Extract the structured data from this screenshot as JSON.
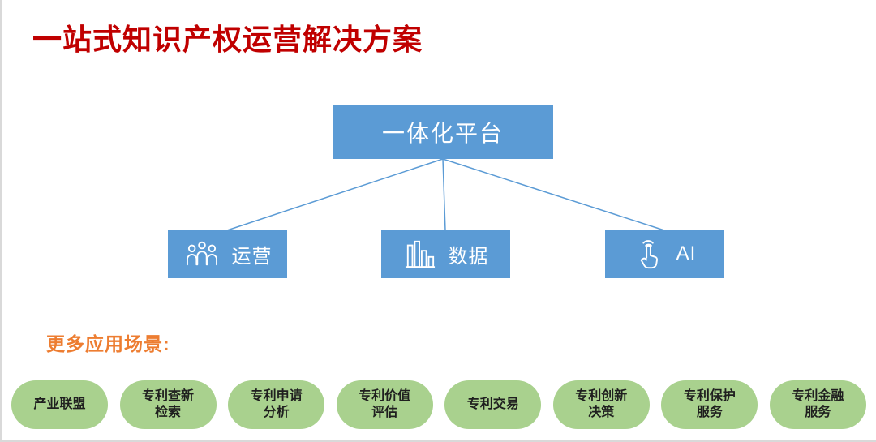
{
  "title": "一站式知识产权运营解决方案",
  "diagram": {
    "root_label": "一体化平台",
    "children": [
      {
        "label": "运营",
        "icon": "people-icon"
      },
      {
        "label": "数据",
        "icon": "bar-chart-icon"
      },
      {
        "label": "AI",
        "icon": "touch-icon"
      }
    ]
  },
  "scenarios": {
    "heading": "更多应用场景:",
    "items": [
      {
        "label": "产业联盟"
      },
      {
        "label": "专利查新\n检索"
      },
      {
        "label": "专利申请\n分析"
      },
      {
        "label": "专利价值\n评估"
      },
      {
        "label": "专利交易"
      },
      {
        "label": "专利创新\n决策"
      },
      {
        "label": "专利保护\n服务"
      },
      {
        "label": "专利金融\n服务"
      }
    ]
  },
  "colors": {
    "title_red": "#C00000",
    "node_blue": "#5B9BD5",
    "heading_orange": "#ED7D31",
    "pill_green": "#A9D18E"
  }
}
